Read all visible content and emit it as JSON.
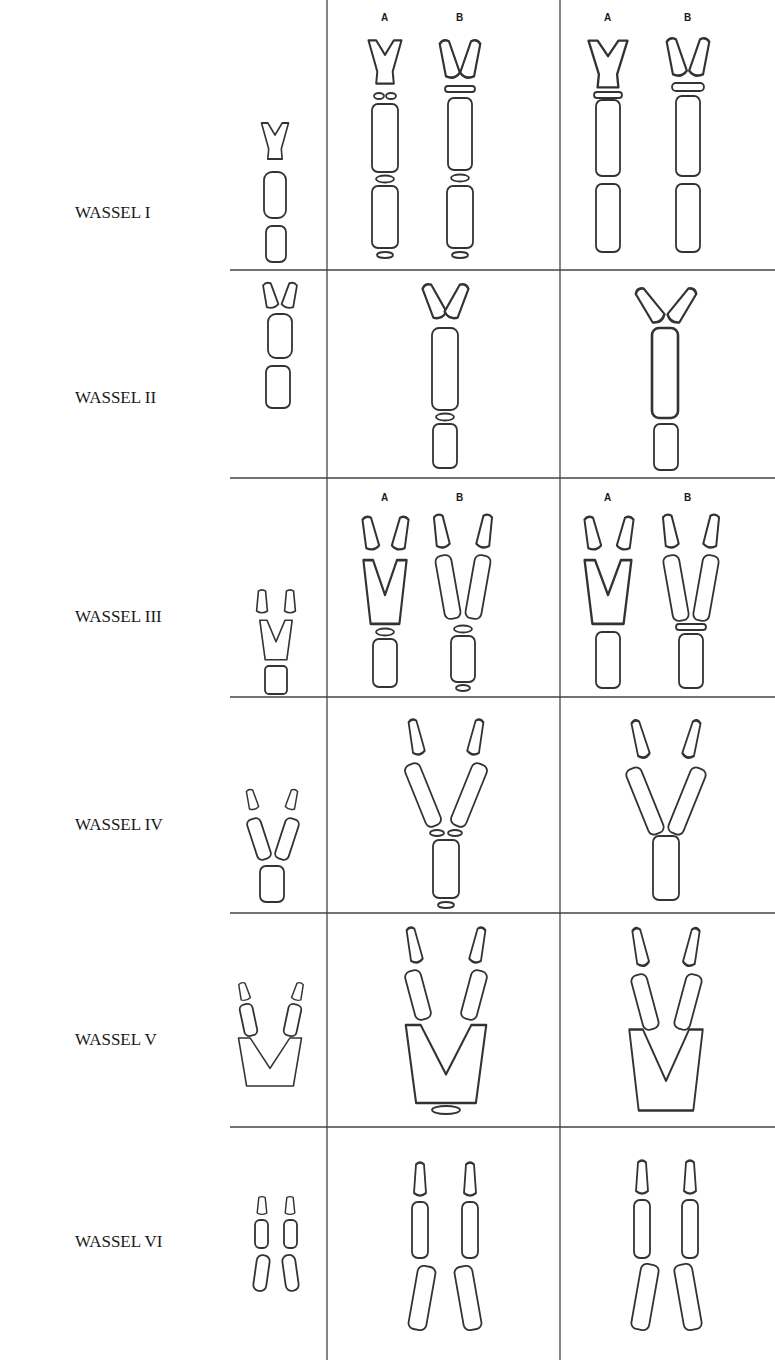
{
  "diagram": {
    "labels": [
      "WASSEL I",
      "A",
      "B",
      "A",
      "B",
      "WASSEL II",
      "WASSEL III",
      "A",
      "B",
      "A",
      "B",
      "WASSEL IV",
      "WASSEL V",
      "WASSEL VI"
    ]
  }
}
